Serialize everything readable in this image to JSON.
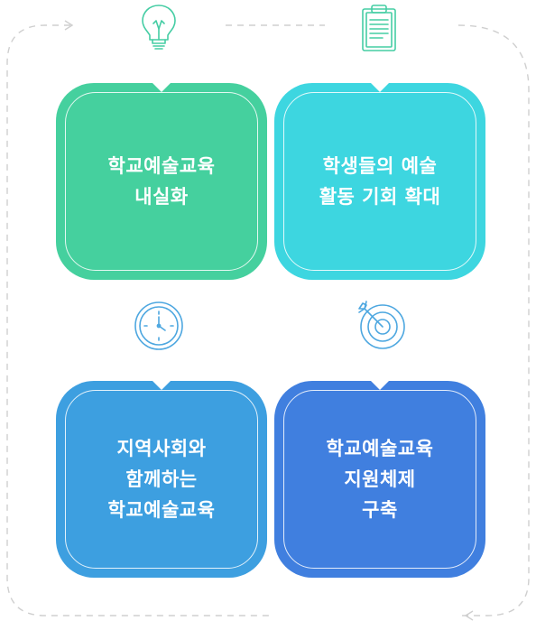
{
  "cards": [
    {
      "id": "card-1",
      "color": "#45d09e",
      "lines": [
        "학교예술교육",
        "내실화"
      ],
      "icon": "lightbulb-icon"
    },
    {
      "id": "card-2",
      "color": "#3dd6e0",
      "lines": [
        "학생들의 예술",
        "활동 기회 확대"
      ],
      "icon": "clipboard-icon"
    },
    {
      "id": "card-3",
      "color": "#3d9fe0",
      "lines": [
        "지역사회와",
        "함께하는",
        "학교예술교육"
      ],
      "icon": "clock-icon"
    },
    {
      "id": "card-4",
      "color": "#407fdf",
      "lines": [
        "학교예술교육",
        "지원체제",
        "구축"
      ],
      "icon": "target-icon"
    }
  ],
  "colors": {
    "icon_green": "#45cda4",
    "icon_blue": "#4da7e0",
    "dashed_line": "#cfcfcf"
  }
}
